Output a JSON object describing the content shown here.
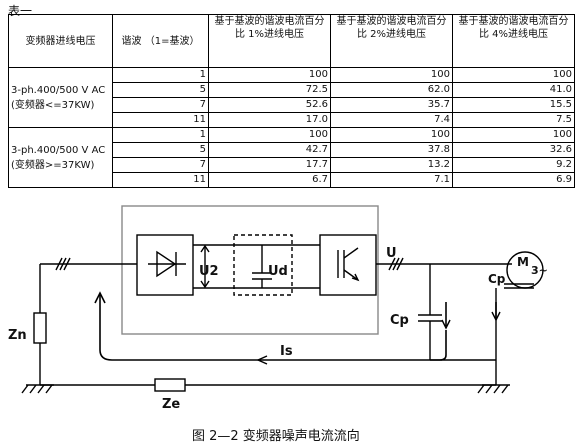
{
  "table_title": "表一",
  "headers": {
    "col1": "变频器进线电压",
    "col2": "谐波 （1=基波）",
    "col3": "基于基波的谐波电流百分比 1%进线电压",
    "col4": "基于基波的谐波电流百分比 2%进线电压",
    "col5": "基于基波的谐波电流百分比 4%进线电压"
  },
  "groups": [
    {
      "voltage": "3-ph.400/500 V AC (变频器<=37KW)",
      "rows": [
        {
          "h": "1",
          "p1": "100",
          "p2": "100",
          "p4": "100"
        },
        {
          "h": "5",
          "p1": "72.5",
          "p2": "62.0",
          "p4": "41.0"
        },
        {
          "h": "7",
          "p1": "52.6",
          "p2": "35.7",
          "p4": "15.5"
        },
        {
          "h": "11",
          "p1": "17.0",
          "p2": "7.4",
          "p4": "7.5"
        }
      ]
    },
    {
      "voltage": "3-ph.400/500 V AC (变频器>=37KW)",
      "rows": [
        {
          "h": "1",
          "p1": "100",
          "p2": "100",
          "p4": "100"
        },
        {
          "h": "5",
          "p1": "42.7",
          "p2": "37.8",
          "p4": "32.6"
        },
        {
          "h": "7",
          "p1": "17.7",
          "p2": "13.2",
          "p4": "9.2"
        },
        {
          "h": "11",
          "p1": "6.7",
          "p2": "7.1",
          "p4": "6.9"
        }
      ]
    }
  ],
  "diagram": {
    "U2": "U2",
    "Ud": "Ud",
    "U": "U",
    "M": "M",
    "phase": "3~",
    "Cp_motor": "Cp",
    "Cp": "Cp",
    "Zn": "Zn",
    "Is": "Is",
    "Ze": "Ze"
  },
  "figure_caption": "图 2—2   变频器噪声电流流向"
}
